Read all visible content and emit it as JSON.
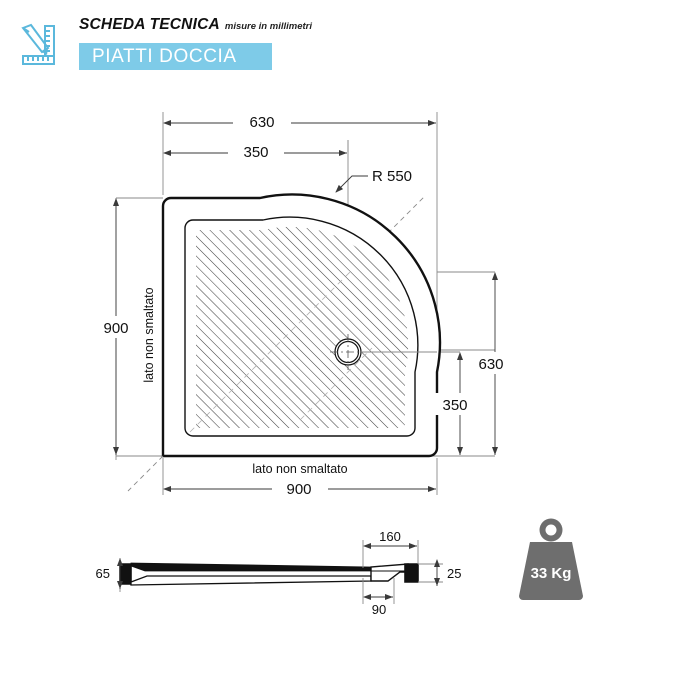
{
  "header": {
    "logo_icon": "pencil-ruler-icon",
    "title_main": "SCHEDA TECNICA",
    "title_sub": "misure in millimetri",
    "subtitle": "PIATTI DOCCIA",
    "accent_color": "#7ecbe8"
  },
  "plan_view": {
    "dim_top_outer": "630",
    "dim_top_inner": "350",
    "radius_label": "R 550",
    "dim_left": "900",
    "dim_right_outer": "630",
    "dim_right_inner": "350",
    "dim_bottom": "900",
    "label_left": "lato non smaltato",
    "label_bottom": "lato non smaltato",
    "drain_icon": "drain-hole-icon"
  },
  "section_view": {
    "dim_height": "65",
    "dim_edge_width": "160",
    "dim_edge_height": "25",
    "dim_foot": "90"
  },
  "weight_badge": {
    "icon": "weight-icon",
    "value": "33 Kg",
    "color": "#6e6e6e"
  }
}
